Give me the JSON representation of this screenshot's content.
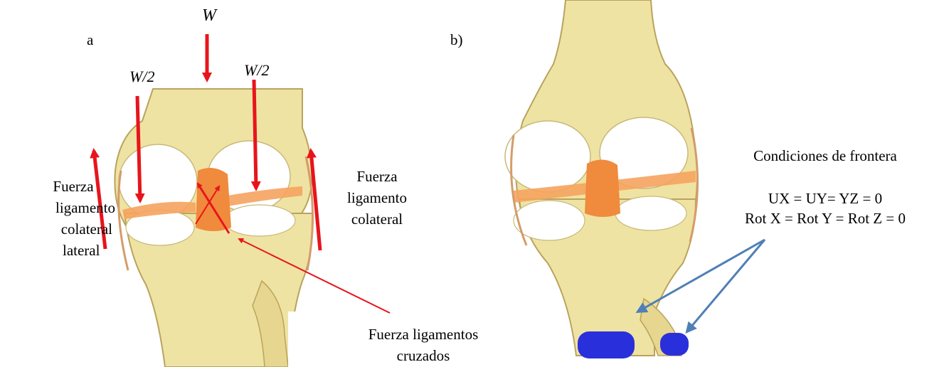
{
  "panel_a": {
    "label": "a",
    "load_total": "W",
    "load_half_left": "W/2",
    "load_half_right": "W/2",
    "left_ligament_label": [
      "Fuerza",
      "ligamento",
      "colateral",
      "lateral"
    ],
    "right_ligament_label": [
      "Fuerza",
      "ligamento",
      "colateral"
    ],
    "cruciate_label": [
      "Fuerza ligamentos",
      "cruzados"
    ]
  },
  "panel_b": {
    "label": "b)",
    "boundary_title": "Condiciones de frontera",
    "boundary_eq1": "UX = UY= YZ = 0",
    "boundary_eq2": "Rot X = Rot Y = Rot Z = 0"
  },
  "colors": {
    "bone": "#efe3a4",
    "bone_outline": "#b9a35c",
    "cartilage": "#ffffff",
    "ligament": "#f08a3c",
    "force_arrow": "#e8141c",
    "bc_arrow": "#4f7fb6",
    "bc_support": "#2a2fdc"
  }
}
